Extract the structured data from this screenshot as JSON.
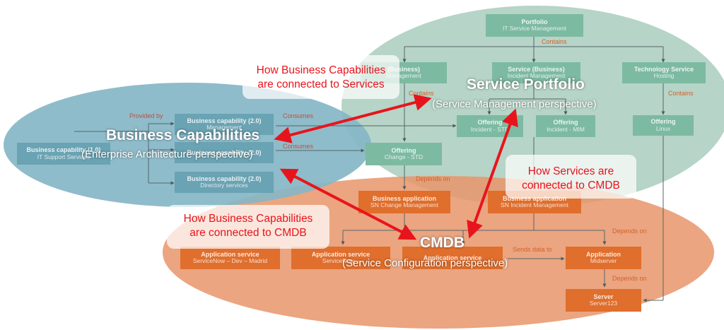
{
  "groups": {
    "service_portfolio": {
      "title": "Service Portfolio",
      "subtitle": "(Service Management perspective)"
    },
    "business_capabilities": {
      "title": "Business Capabilities",
      "subtitle": "(Enterprise Architecture perspective)"
    },
    "cmdb": {
      "title": "CMDB",
      "subtitle": "(Service Configuration perspective)"
    }
  },
  "callouts": {
    "bc_services": {
      "line1": "How Business Capabilities",
      "line2": "are connected to Services"
    },
    "services_cmdb": {
      "line1": "How Services are",
      "line2": "connected to CMDB"
    },
    "bc_cmdb": {
      "line1": "How Business Capabilities",
      "line2": "are connected to CMDB"
    }
  },
  "nodes": {
    "portfolio": {
      "type": "Portfolio",
      "name": "IT Service Management"
    },
    "service_left": {
      "type": "(Business)",
      "name": "Management"
    },
    "service_mid": {
      "type": "Service (Business)",
      "name": "Incident Management"
    },
    "tech_service": {
      "type": "Technology Service",
      "name": "Hosting"
    },
    "offering_a": {
      "type": "Offering",
      "name": "Incident - STD"
    },
    "offering_b": {
      "type": "Offering",
      "name": "Incident - MIM"
    },
    "offering_linux": {
      "type": "Offering",
      "name": "Linux"
    },
    "offering_change": {
      "type": "Offering",
      "name": "Change - STD"
    },
    "bc_top": {
      "type": "Business capability (2.0)",
      "name": "Management"
    },
    "bc_left": {
      "type": "Business capability (1.0)",
      "name": "IT Support Services"
    },
    "bc_mid": {
      "type": "Business capability (2.0)",
      "name": ""
    },
    "bc_dir": {
      "type": "Business capability (2.0)",
      "name": "Directory services"
    },
    "ba_change": {
      "type": "Business application",
      "name": "SN Change Management"
    },
    "ba_incident": {
      "type": "Business application",
      "name": "SN Incident Management"
    },
    "as_1": {
      "type": "Application service",
      "name": "ServiceNow – Dev – Madrid"
    },
    "as_2": {
      "type": "Application service",
      "name": "ServiceNow – "
    },
    "as_3": {
      "type": "Application service",
      "name": ""
    },
    "app_mid": {
      "type": "Application",
      "name": "Midserver"
    },
    "server": {
      "type": "Server",
      "name": "Server123"
    }
  },
  "relations": {
    "contains_top": "Contains",
    "contains_left": "Contains",
    "contains_right": "Contains",
    "provided_by": "Provided by",
    "consumes_1": "Consumes",
    "consumes_2": "Consumes",
    "depends_on_1": "Depends on",
    "depends_on_2": "Depends on",
    "depends_on_3": "Depends on",
    "sends_data_to": "Sends data to"
  },
  "colors": {
    "service_ellipse": "#a9cdbd",
    "capability_ellipse": "#86b6c6",
    "cmdb_ellipse": "#e8956a",
    "arrow": "#e8141c"
  }
}
